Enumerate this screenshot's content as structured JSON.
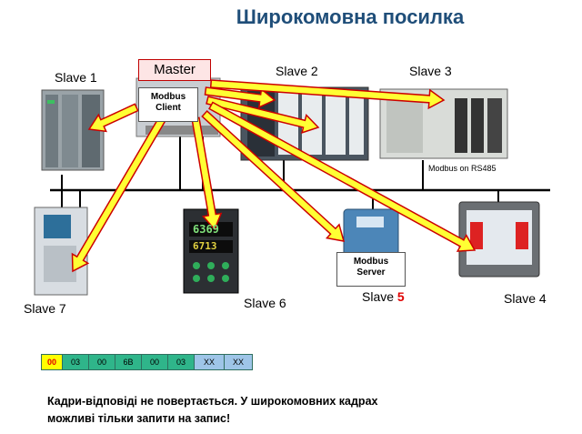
{
  "title": "Широкомовна посилка",
  "master": {
    "label": "Master",
    "client_label_1": "Modbus",
    "client_label_2": "Client"
  },
  "server": {
    "label_1": "Modbus",
    "label_2": "Server"
  },
  "bus_label": "Modbus on RS485",
  "slaves": {
    "s1": "Slave 1",
    "s2": "Slave 2",
    "s3": "Slave 3",
    "s4": "Slave 4",
    "s5_prefix": "Slave ",
    "s5_num": "5",
    "s6": "Slave 6",
    "s7": "Slave 7"
  },
  "device_display": {
    "top": "6369",
    "bottom": "6713"
  },
  "frame": {
    "cells": [
      "00",
      "03",
      "00",
      "6B",
      "00",
      "03",
      "XX",
      "XX"
    ],
    "colors": {
      "address": "#ffff00",
      "address_text": "#e00000",
      "body": "#2fb58a",
      "crc": "#9ec5e8"
    }
  },
  "note": {
    "line1": "Кадри-відповіді  не повертається.  У широкомовних кадрах",
    "line2": "можливі тільки запити на запис!"
  }
}
